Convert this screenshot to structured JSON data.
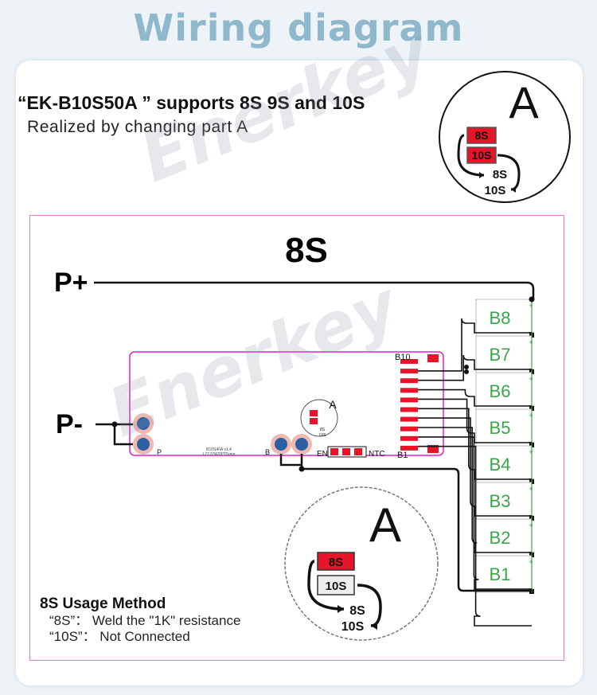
{
  "page": {
    "title": "Wiring diagram",
    "headline": "“EK-B10S50A ” supports 8S 9S and 10S",
    "subline": "Realized by changing part A",
    "watermark": "Enerkey"
  },
  "diagram": {
    "mode": "8S",
    "p_plus": "P+",
    "p_minus": "P-",
    "cells": [
      "B8",
      "B7",
      "B6",
      "B5",
      "B4",
      "B3",
      "B2",
      "B1"
    ],
    "cell_plus": "+",
    "cell_minus": "—",
    "board": {
      "label_b10": "B10",
      "label_b1": "B1",
      "label_en": "EN",
      "label_ntc": "NTC",
      "pad_p": "P",
      "pad_b": "B",
      "board_text_1": "B10S40A v1.4",
      "board_text_2": "L77.5*W29*T5mm"
    },
    "part_a": {
      "letter": "A",
      "pad_8s": "8S",
      "pad_10s": "10S",
      "arrow_8s": "8S",
      "arrow_10s": "10S"
    }
  },
  "usage": {
    "title": "8S Usage Method",
    "line1": "“8S”： Weld the \"1K\" resistance",
    "line2": "“10S”： Not Connected"
  },
  "colors": {
    "title": "#8fb8cc",
    "frame": "#e27ad0",
    "board_outline": "#e020c8",
    "pad_red": "#e8152a",
    "pad_blue": "#2b5fa3",
    "cell_green": "#3aa64a",
    "wire": "#111111"
  }
}
